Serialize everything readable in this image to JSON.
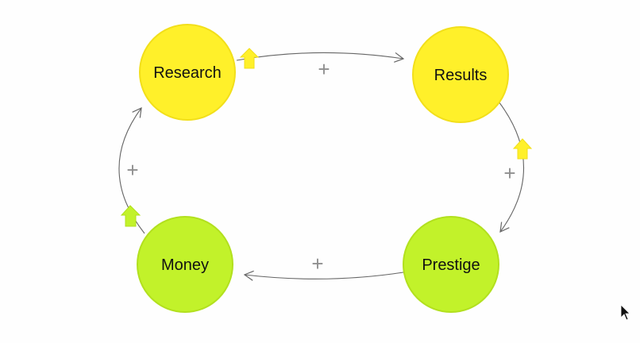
{
  "nodes": [
    {
      "id": "research",
      "label": "Research",
      "color": "#fff02a",
      "stroke": "#f2df1a"
    },
    {
      "id": "results",
      "label": "Results",
      "color": "#fff02a",
      "stroke": "#f2df1a"
    },
    {
      "id": "prestige",
      "label": "Prestige",
      "color": "#c2f22a",
      "stroke": "#b2e01e"
    },
    {
      "id": "money",
      "label": "Money",
      "color": "#c2f22a",
      "stroke": "#b2e01e"
    }
  ],
  "edges": [
    {
      "id": "research-to-results",
      "from": "Research",
      "to": "Results",
      "polarity": "+"
    },
    {
      "id": "results-to-prestige",
      "from": "Results",
      "to": "Prestige",
      "polarity": "+"
    },
    {
      "id": "prestige-to-money",
      "from": "Prestige",
      "to": "Money",
      "polarity": "+"
    },
    {
      "id": "money-to-research",
      "from": "Money",
      "to": "Research",
      "polarity": "+"
    }
  ],
  "colors": {
    "edge": "#666666",
    "sign": "#8f8f8f",
    "arrow_badge_yellow": "#fff02a",
    "arrow_badge_green": "#c2f22a"
  },
  "icons": {
    "up_arrow": "up-arrow-icon",
    "cursor": "mouse-cursor-icon"
  }
}
